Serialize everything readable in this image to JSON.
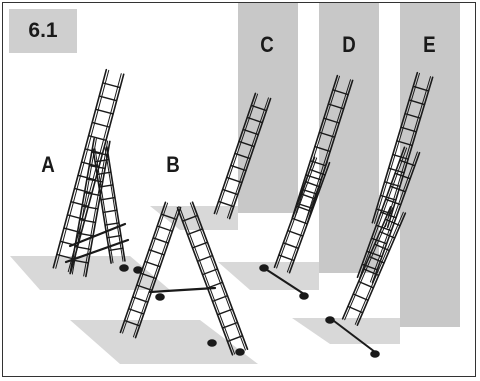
{
  "figure": {
    "number": "6.1",
    "labels": {
      "a": "A",
      "b": "B",
      "c": "C",
      "d": "D",
      "e": "E"
    }
  },
  "colors": {
    "shade": "#c8c8c8",
    "line": "#1a1a1a",
    "bg": "#ffffff"
  }
}
